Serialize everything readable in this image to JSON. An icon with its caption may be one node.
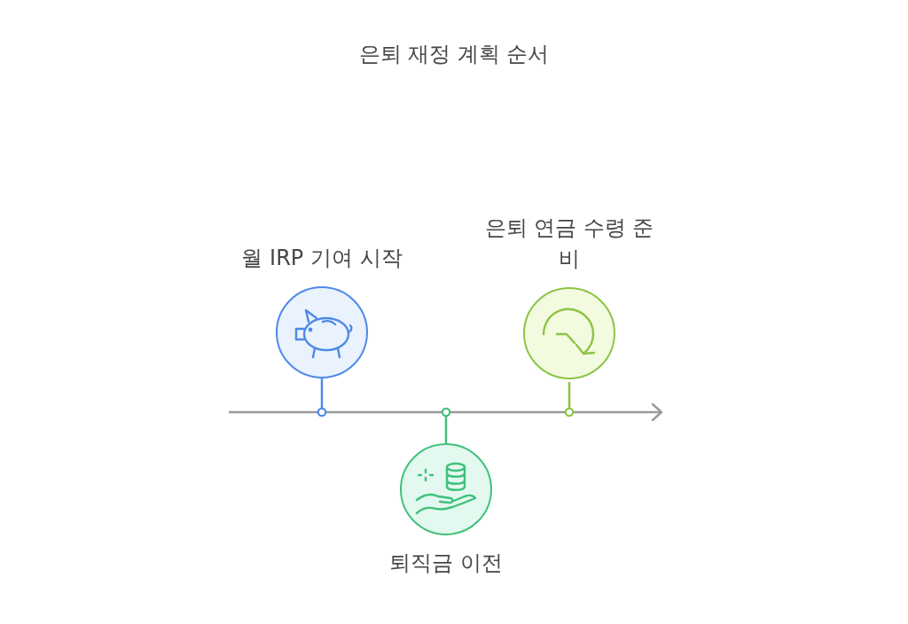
{
  "diagram": {
    "title": "은퇴 재정 계획 순서",
    "nodes": [
      {
        "text": [
          "월 IRP 기여 시작"
        ]
      },
      {
        "text": [
          "퇴직금 이전"
        ]
      },
      {
        "text": [
          "은퇴 연금 수령 준비"
        ]
      }
    ]
  }
}
